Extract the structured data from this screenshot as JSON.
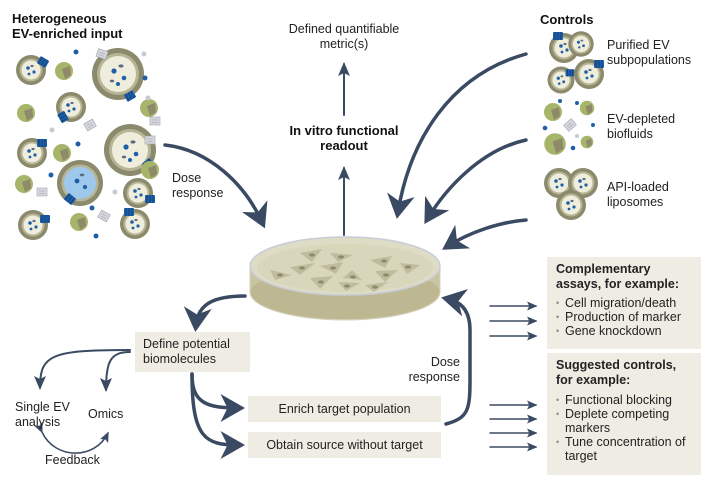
{
  "input": {
    "title_line1": "Heterogeneous",
    "title_line2": "EV-enriched input"
  },
  "dose_response_left": {
    "line1": "Dose",
    "line2": "response"
  },
  "metric": {
    "line1": "Defined quantifiable",
    "line2": "metric(s)"
  },
  "readout": {
    "line1": "In vitro functional",
    "line2": "readout"
  },
  "controls": {
    "title": "Controls",
    "items": [
      {
        "line1": "Purified EV",
        "line2": "subpopulations",
        "icon": "purified-ev-icon"
      },
      {
        "line1": "EV-depleted",
        "line2": "biofluids",
        "icon": "ev-depleted-biofluid-icon"
      },
      {
        "line1": "API-loaded",
        "line2": "liposomes",
        "icon": "liposome-icon"
      }
    ]
  },
  "complementary": {
    "title_line1": "Complementary",
    "title_line2": "assays, for example:",
    "items": [
      "Cell migration/death",
      "Production of marker",
      "Gene knockdown"
    ]
  },
  "suggested": {
    "title_line1": "Suggested controls,",
    "title_line2": "for example:",
    "items": [
      "Functional blocking",
      "Deplete competing markers",
      "Tune concentration of target"
    ]
  },
  "define": {
    "line1": "Define potential",
    "line2": "biomolecules"
  },
  "single_ev": {
    "line1": "Single EV",
    "line2": "analysis"
  },
  "omics": "Omics",
  "feedback": "Feedback",
  "enrich": "Enrich target population",
  "obtain": "Obtain source without target",
  "dose_response_right": {
    "line1": "Dose",
    "line2": "response"
  },
  "colors": {
    "arrow": "#3b4a63",
    "box_bg": "#efede3",
    "ev_membrane": "#8a8a6e",
    "ev_lumen": "#eeeede",
    "protein_blue": "#1f5fa8",
    "particle_green": "#a7b56a",
    "dish_base": "#cdc9a8",
    "dish_medium": "#dedcc5"
  }
}
